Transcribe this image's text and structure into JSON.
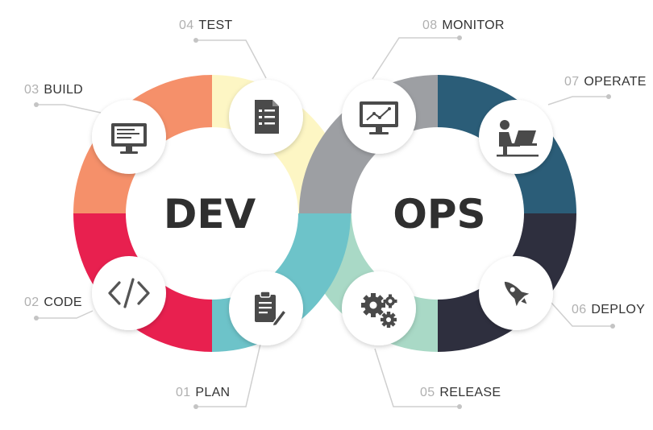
{
  "center": {
    "dev": "DEV",
    "ops": "OPS"
  },
  "stages": [
    {
      "num": "01",
      "label": "PLAN",
      "icon": "clipboard-pencil-icon",
      "color": "#6dc3c9"
    },
    {
      "num": "02",
      "label": "CODE",
      "icon": "code-brackets-icon",
      "color": "#e8204f"
    },
    {
      "num": "03",
      "label": "BUILD",
      "icon": "monitor-icon",
      "color": "#f5906a"
    },
    {
      "num": "04",
      "label": "TEST",
      "icon": "checklist-document-icon",
      "color": "#fdf6c4"
    },
    {
      "num": "05",
      "label": "RELEASE",
      "icon": "gears-icon",
      "color": "#a9d9c6"
    },
    {
      "num": "06",
      "label": "DEPLOY",
      "icon": "rocket-icon",
      "color": "#2e2f3e"
    },
    {
      "num": "07",
      "label": "OPERATE",
      "icon": "person-laptop-icon",
      "color": "#2b5d78"
    },
    {
      "num": "08",
      "label": "MONITOR",
      "icon": "chart-monitor-icon",
      "color": "#9d9fa3"
    }
  ]
}
